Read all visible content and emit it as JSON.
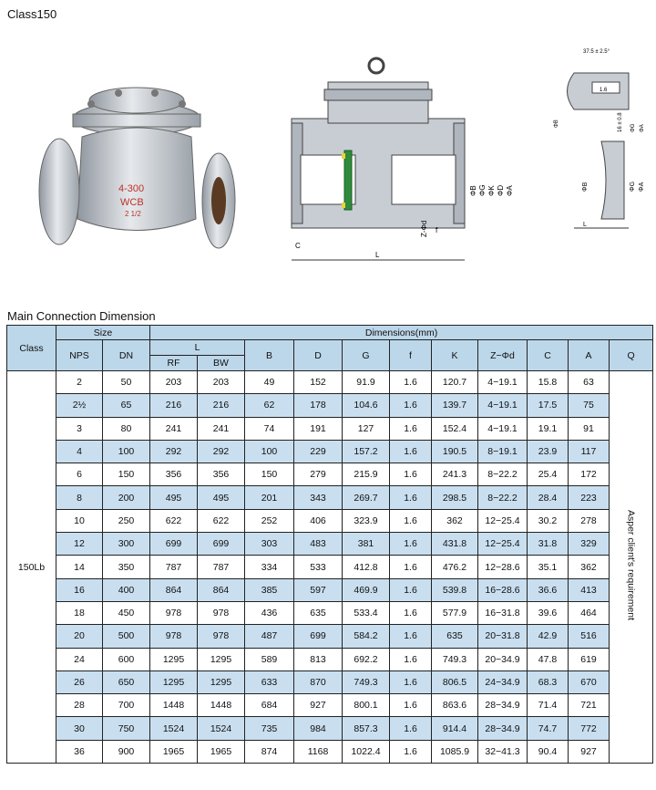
{
  "header": {
    "title": "Class150"
  },
  "section": {
    "title": "Main Connection Dimension"
  },
  "photo": {
    "marking_top": "4-300",
    "marking_mid": "WCB",
    "marking_bot": "2 1/2"
  },
  "drawing": {
    "labels": [
      "C",
      "L",
      "ΦB",
      "ΦG",
      "ΦK",
      "ΦD",
      "ΦA",
      "Z-Φd",
      "f"
    ],
    "detail_labels": [
      "ΦB",
      "ΦG",
      "ΦA",
      "L",
      "16 ± 0.8",
      "37.5 ± 2.5°",
      "1.6"
    ]
  },
  "table": {
    "head": {
      "class": "Class",
      "size": "Size",
      "dimensions": "Dimensions(mm)",
      "nps": "NPS",
      "dn": "DN",
      "l": "L",
      "rf": "RF",
      "bw": "BW",
      "b": "B",
      "d": "D",
      "g": "G",
      "f": "f",
      "k": "K",
      "zd": "Z−Φd",
      "c": "C",
      "a": "A",
      "q": "Q"
    },
    "class_value": "150Lb",
    "q_value": "Asper client's requirement",
    "rows": [
      {
        "nps": "2",
        "dn": "50",
        "rf": "203",
        "bw": "203",
        "b": "49",
        "d": "152",
        "g": "91.9",
        "f": "1.6",
        "k": "120.7",
        "zd": "4−19.1",
        "c": "15.8",
        "a": "63"
      },
      {
        "nps": "2½",
        "dn": "65",
        "rf": "216",
        "bw": "216",
        "b": "62",
        "d": "178",
        "g": "104.6",
        "f": "1.6",
        "k": "139.7",
        "zd": "4−19.1",
        "c": "17.5",
        "a": "75"
      },
      {
        "nps": "3",
        "dn": "80",
        "rf": "241",
        "bw": "241",
        "b": "74",
        "d": "191",
        "g": "127",
        "f": "1.6",
        "k": "152.4",
        "zd": "4−19.1",
        "c": "19.1",
        "a": "91"
      },
      {
        "nps": "4",
        "dn": "100",
        "rf": "292",
        "bw": "292",
        "b": "100",
        "d": "229",
        "g": "157.2",
        "f": "1.6",
        "k": "190.5",
        "zd": "8−19.1",
        "c": "23.9",
        "a": "117"
      },
      {
        "nps": "6",
        "dn": "150",
        "rf": "356",
        "bw": "356",
        "b": "150",
        "d": "279",
        "g": "215.9",
        "f": "1.6",
        "k": "241.3",
        "zd": "8−22.2",
        "c": "25.4",
        "a": "172"
      },
      {
        "nps": "8",
        "dn": "200",
        "rf": "495",
        "bw": "495",
        "b": "201",
        "d": "343",
        "g": "269.7",
        "f": "1.6",
        "k": "298.5",
        "zd": "8−22.2",
        "c": "28.4",
        "a": "223"
      },
      {
        "nps": "10",
        "dn": "250",
        "rf": "622",
        "bw": "622",
        "b": "252",
        "d": "406",
        "g": "323.9",
        "f": "1.6",
        "k": "362",
        "zd": "12−25.4",
        "c": "30.2",
        "a": "278"
      },
      {
        "nps": "12",
        "dn": "300",
        "rf": "699",
        "bw": "699",
        "b": "303",
        "d": "483",
        "g": "381",
        "f": "1.6",
        "k": "431.8",
        "zd": "12−25.4",
        "c": "31.8",
        "a": "329"
      },
      {
        "nps": "14",
        "dn": "350",
        "rf": "787",
        "bw": "787",
        "b": "334",
        "d": "533",
        "g": "412.8",
        "f": "1.6",
        "k": "476.2",
        "zd": "12−28.6",
        "c": "35.1",
        "a": "362"
      },
      {
        "nps": "16",
        "dn": "400",
        "rf": "864",
        "bw": "864",
        "b": "385",
        "d": "597",
        "g": "469.9",
        "f": "1.6",
        "k": "539.8",
        "zd": "16−28.6",
        "c": "36.6",
        "a": "413"
      },
      {
        "nps": "18",
        "dn": "450",
        "rf": "978",
        "bw": "978",
        "b": "436",
        "d": "635",
        "g": "533.4",
        "f": "1.6",
        "k": "577.9",
        "zd": "16−31.8",
        "c": "39.6",
        "a": "464"
      },
      {
        "nps": "20",
        "dn": "500",
        "rf": "978",
        "bw": "978",
        "b": "487",
        "d": "699",
        "g": "584.2",
        "f": "1.6",
        "k": "635",
        "zd": "20−31.8",
        "c": "42.9",
        "a": "516"
      },
      {
        "nps": "24",
        "dn": "600",
        "rf": "1295",
        "bw": "1295",
        "b": "589",
        "d": "813",
        "g": "692.2",
        "f": "1.6",
        "k": "749.3",
        "zd": "20−34.9",
        "c": "47.8",
        "a": "619"
      },
      {
        "nps": "26",
        "dn": "650",
        "rf": "1295",
        "bw": "1295",
        "b": "633",
        "d": "870",
        "g": "749.3",
        "f": "1.6",
        "k": "806.5",
        "zd": "24−34.9",
        "c": "68.3",
        "a": "670"
      },
      {
        "nps": "28",
        "dn": "700",
        "rf": "1448",
        "bw": "1448",
        "b": "684",
        "d": "927",
        "g": "800.1",
        "f": "1.6",
        "k": "863.6",
        "zd": "28−34.9",
        "c": "71.4",
        "a": "721"
      },
      {
        "nps": "30",
        "dn": "750",
        "rf": "1524",
        "bw": "1524",
        "b": "735",
        "d": "984",
        "g": "857.3",
        "f": "1.6",
        "k": "914.4",
        "zd": "28−34.9",
        "c": "74.7",
        "a": "772"
      },
      {
        "nps": "36",
        "dn": "900",
        "rf": "1965",
        "bw": "1965",
        "b": "874",
        "d": "1168",
        "g": "1022.4",
        "f": "1.6",
        "k": "1085.9",
        "zd": "32−41.3",
        "c": "90.4",
        "a": "927"
      }
    ]
  },
  "colors": {
    "header_bg": "#bdd7ea",
    "alt_row_bg": "#c9dff0",
    "valve_body": "#c8cdd3",
    "disc_green": "#2e8b3c"
  }
}
